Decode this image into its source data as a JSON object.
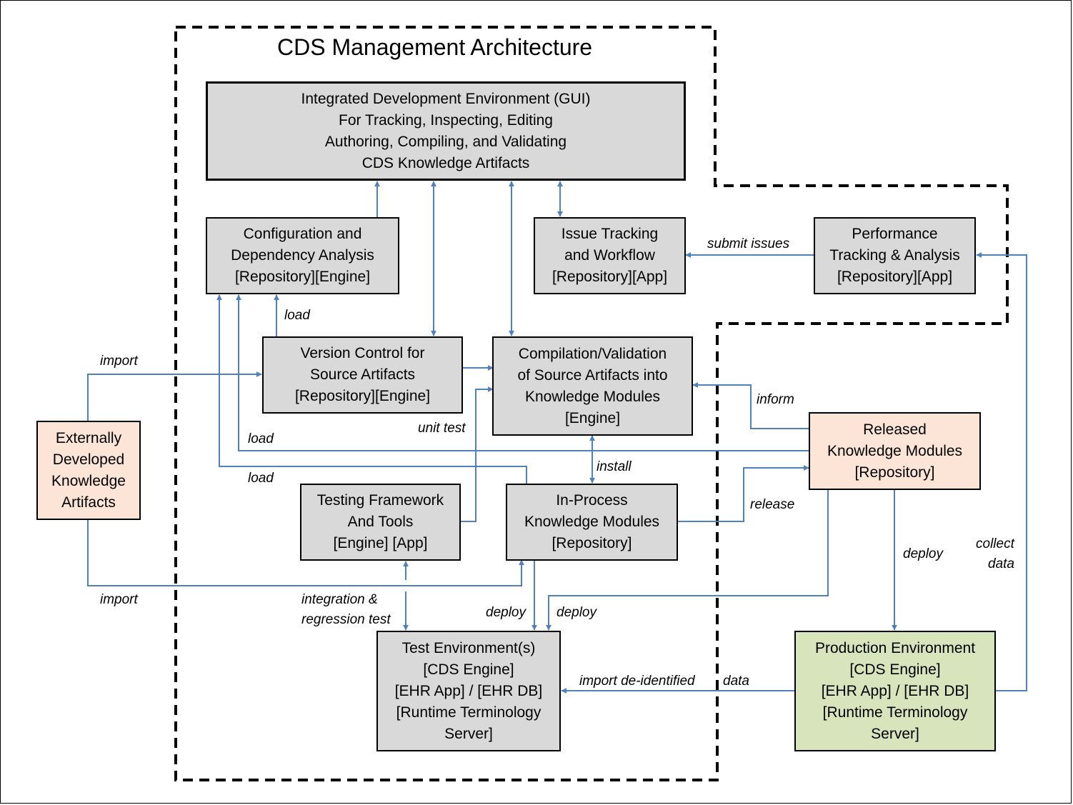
{
  "title": "CDS Management Architecture",
  "boxes": {
    "ide": [
      "Integrated Development Environment (GUI)",
      "For Tracking, Inspecting, Editing",
      "Authoring, Compiling, and Validating",
      "CDS Knowledge Artifacts"
    ],
    "config": [
      "Configuration and",
      "Dependency Analysis",
      "[Repository][Engine]"
    ],
    "issue": [
      "Issue Tracking",
      "and Workflow",
      "[Repository][App]"
    ],
    "performance": [
      "Performance",
      "Tracking & Analysis",
      "[Repository][App]"
    ],
    "version": [
      "Version Control for",
      "Source Artifacts",
      "[Repository][Engine]"
    ],
    "compilation": [
      "Compilation/Validation",
      "of Source Artifacts into",
      "Knowledge Modules",
      "[Engine]"
    ],
    "external": [
      "Externally",
      "Developed",
      "Knowledge",
      "Artifacts"
    ],
    "released": [
      "Released",
      "Knowledge Modules",
      "[Repository]"
    ],
    "testing": [
      "Testing Framework",
      "And Tools",
      "[Engine] [App]"
    ],
    "inprocess": [
      "In-Process",
      "Knowledge Modules",
      "[Repository]"
    ],
    "testenv": [
      "Test Environment(s)",
      "[CDS Engine]",
      "[EHR App] / [EHR DB]",
      "[Runtime Terminology",
      "Server]"
    ],
    "production": [
      "Production Environment",
      "[CDS Engine]",
      "[EHR App] / [EHR DB]",
      "[Runtime Terminology",
      "Server]"
    ]
  },
  "labels": {
    "submit_issues": "submit issues",
    "load_1": "load",
    "import_top": "import",
    "inform": "inform",
    "unit_test": "unit test",
    "load_2": "load",
    "install": "install",
    "load_3": "load",
    "release": "release",
    "deploy_right": "deploy",
    "collect_data_1": "collect",
    "collect_data_2": "data",
    "import_bottom": "import",
    "integration_1": "integration &",
    "integration_2": "regression test",
    "deploy_left": "deploy",
    "deploy_mid": "deploy",
    "import_deid_1": "import de-identified",
    "import_deid_2": "data"
  },
  "colors": {
    "arrow": "#4f81bd",
    "box_grey": "#d9d9d9",
    "box_peach": "#fce4d6",
    "box_green": "#d8e4bc"
  }
}
